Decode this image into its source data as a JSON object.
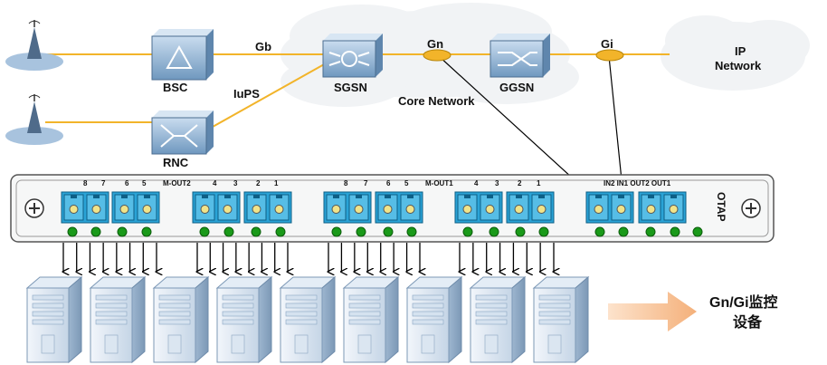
{
  "network": {
    "bsc": "BSC",
    "rnc": "RNC",
    "sgsn": "SGSN",
    "ggsn": "GGSN",
    "gb": "Gb",
    "iups": "IuPS",
    "gn": "Gn",
    "gi": "Gi",
    "core_network": "Core Network",
    "ip_network_line1": "IP",
    "ip_network_line2": "Network"
  },
  "otap": {
    "name": "OTAP",
    "group1_ports": [
      "8",
      "7",
      "6",
      "5"
    ],
    "group1_label": "M-OUT2",
    "group2_ports": [
      "4",
      "3",
      "2",
      "1"
    ],
    "group3_ports": [
      "8",
      "7",
      "6",
      "5"
    ],
    "group3_label": "M-OUT1",
    "group4_ports": [
      "4",
      "3",
      "2",
      "1"
    ],
    "group5_label": "IN2 IN1 OUT2 OUT1"
  },
  "monitoring": {
    "line1": "Gn/Gi监控",
    "line2": "设备"
  },
  "colors": {
    "link_yellow": "#f2b42a",
    "device_blue": "#8fb4d4",
    "port_blue": "#2aa3d6",
    "led_green": "#1a9a1a",
    "arrow_peach": "#f7c49a"
  }
}
